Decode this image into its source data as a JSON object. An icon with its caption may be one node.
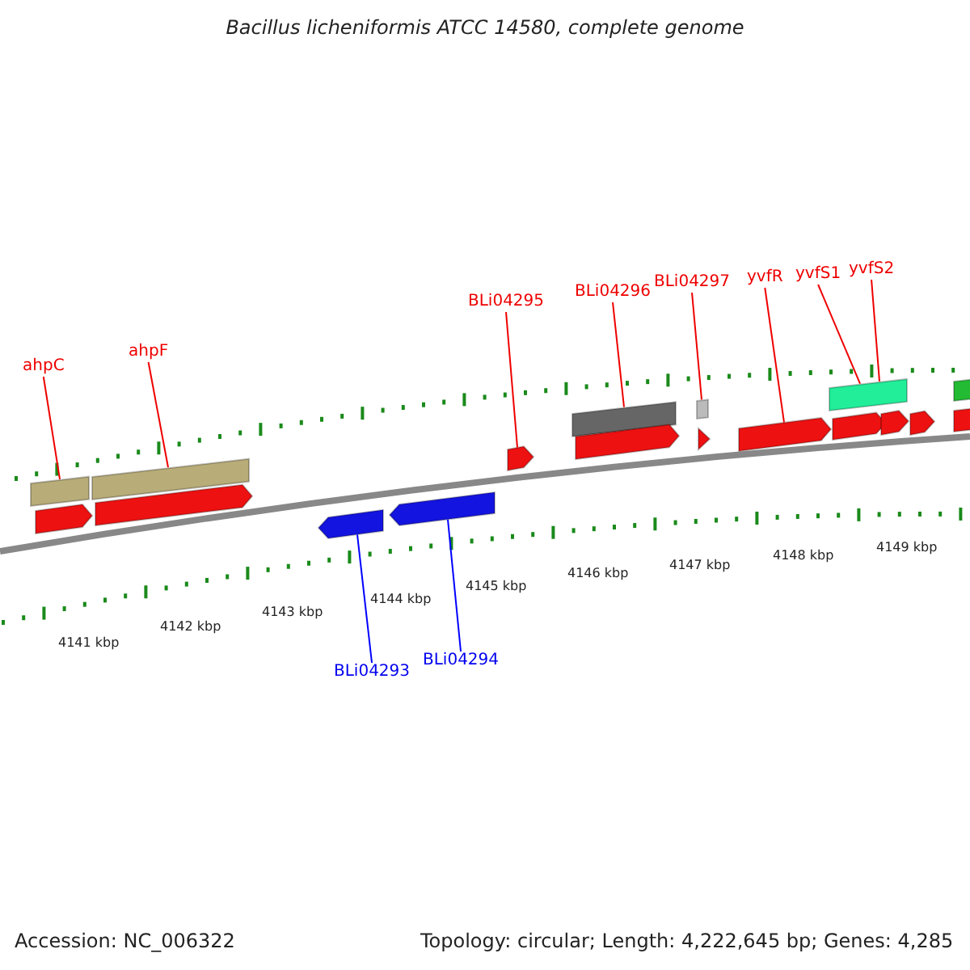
{
  "diagram": {
    "title": "Bacillus licheniformis ATCC 14580, complete genome",
    "nodes": [
      {
        "text": [
          "ahpC"
        ]
      },
      {
        "text": [
          "ahpF"
        ]
      },
      {
        "text": [
          "BLi04295"
        ]
      },
      {
        "text": [
          "BLi04296"
        ]
      },
      {
        "text": [
          "BLi04297"
        ]
      },
      {
        "text": [
          "yvfR"
        ]
      },
      {
        "text": [
          "yvfS1"
        ]
      },
      {
        "text": [
          "yvfS2"
        ]
      },
      {
        "text": [
          "BLi04293"
        ]
      },
      {
        "text": [
          "BLi04294"
        ]
      },
      {
        "text": [],
        "shape": "bar"
      },
      {
        "text": [],
        "shape": "bar"
      },
      {
        "text": [],
        "shape": "pentagon"
      },
      {
        "text": [],
        "shape": "pentagon"
      },
      {
        "text": [],
        "shape": "pentagon"
      },
      {
        "text": [],
        "shape": "pentagon"
      },
      {
        "text": [],
        "shape": "pentagon"
      },
      {
        "text": [],
        "shape": "bar"
      },
      {
        "text": [],
        "shape": "pentagon"
      },
      {
        "text": [],
        "shape": "bar"
      },
      {
        "text": [],
        "shape": "triangle"
      },
      {
        "text": [],
        "shape": "pentagon"
      },
      {
        "text": [],
        "shape": "pentagon"
      },
      {
        "text": [],
        "shape": "pentagon"
      },
      {
        "text": [],
        "shape": "pentagon"
      },
      {
        "text": [],
        "shape": "bar"
      },
      {
        "text": [],
        "shape": "bar"
      },
      {
        "text": [],
        "shape": "bar"
      }
    ],
    "edges": [
      {
        "from": 0,
        "to": 10,
        "arrow": "none"
      },
      {
        "from": 1,
        "to": 11,
        "arrow": "none"
      },
      {
        "from": 2,
        "to": 16,
        "arrow": "none"
      },
      {
        "from": 3,
        "to": 17,
        "arrow": "none"
      },
      {
        "from": 4,
        "to": 19,
        "arrow": "none"
      },
      {
        "from": 5,
        "to": 21,
        "arrow": "none"
      },
      {
        "from": 6,
        "to": 25,
        "arrow": "none"
      },
      {
        "from": 7,
        "to": 25,
        "arrow": "none"
      },
      {
        "from": 8,
        "to": 14,
        "arrow": "none",
        "color": "#0000ff"
      },
      {
        "from": 9,
        "to": 15,
        "arrow": "none",
        "color": "#0000ff"
      }
    ],
    "labels": [
      "4141 kbp",
      "4142 kbp",
      "4143 kbp",
      "4144 kbp",
      "4145 kbp",
      "4146 kbp",
      "4147 kbp",
      "4148 kbp",
      "4149 kbp",
      "Accession: NC_006322",
      "Topology: circular; Length: 4,222,645 bp; Genes: 4,285"
    ]
  }
}
